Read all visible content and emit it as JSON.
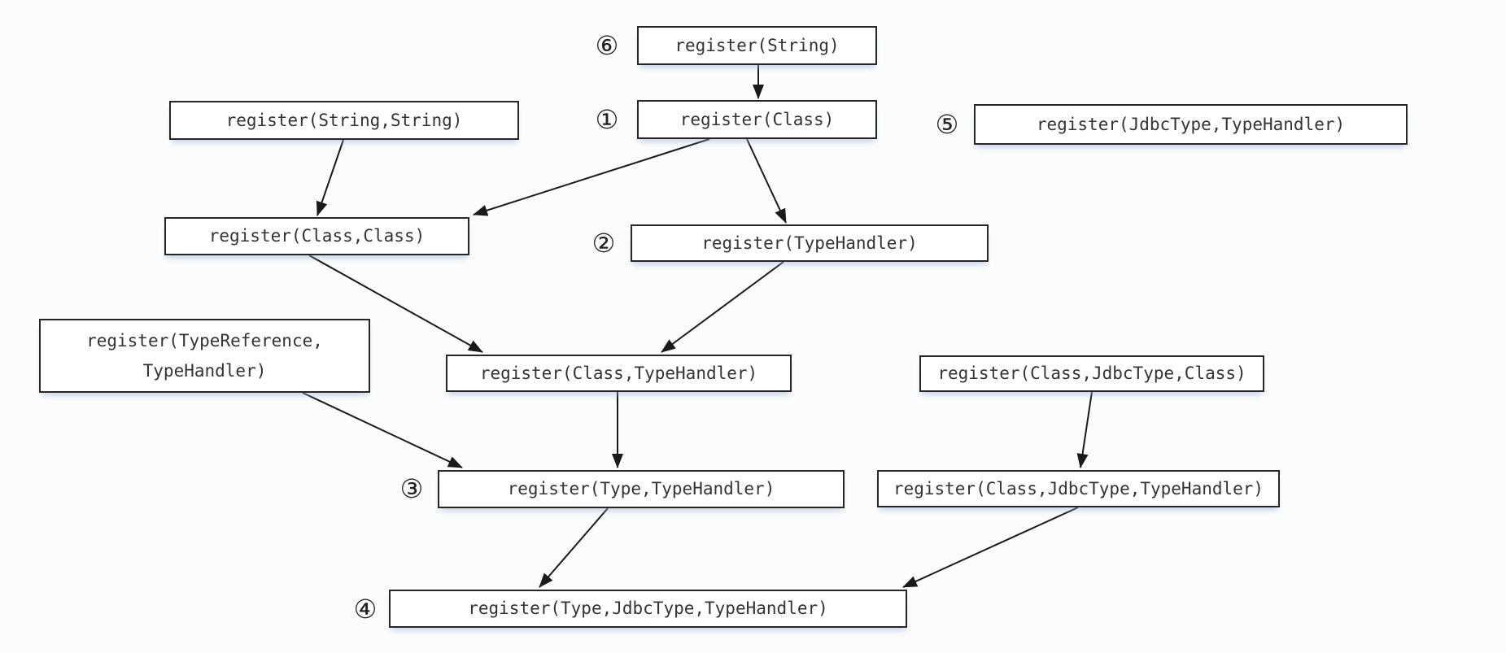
{
  "diagram": {
    "description": "register method overload delegation diagram",
    "colors": {
      "background": "#fcfcfc",
      "box_fill": "#ffffff",
      "box_border": "#262626",
      "text": "#333333",
      "arrow": "#1a1a1a",
      "shadow_tint": "#96afd2"
    },
    "nodes": [
      {
        "id": "register-string",
        "badge": "⑥",
        "lines": [
          "register(String)"
        ]
      },
      {
        "id": "register-string-string",
        "badge": "",
        "lines": [
          "register(String,String)"
        ]
      },
      {
        "id": "register-class",
        "badge": "①",
        "lines": [
          "register(Class)"
        ]
      },
      {
        "id": "register-jdbctype-typehandler",
        "badge": "⑤",
        "lines": [
          "register(JdbcType,TypeHandler)"
        ]
      },
      {
        "id": "register-class-class",
        "badge": "",
        "lines": [
          "register(Class,Class)"
        ]
      },
      {
        "id": "register-typehandler",
        "badge": "②",
        "lines": [
          "register(TypeHandler)"
        ]
      },
      {
        "id": "register-typereference-typehandler",
        "badge": "",
        "lines": [
          "register(TypeReference,",
          "TypeHandler)"
        ]
      },
      {
        "id": "register-class-typehandler",
        "badge": "",
        "lines": [
          "register(Class,TypeHandler)"
        ]
      },
      {
        "id": "register-class-jdbctype-class",
        "badge": "",
        "lines": [
          "register(Class,JdbcType,Class)"
        ]
      },
      {
        "id": "register-type-typehandler",
        "badge": "③",
        "lines": [
          "register(Type,TypeHandler)"
        ]
      },
      {
        "id": "register-class-jdbctype-typehandler",
        "badge": "",
        "lines": [
          "register(Class,JdbcType,TypeHandler)"
        ]
      },
      {
        "id": "register-type-jdbctype-typehandler",
        "badge": "④",
        "lines": [
          "register(Type,JdbcType,TypeHandler)"
        ]
      }
    ],
    "edges": [
      {
        "from": "register-string",
        "to": "register-class"
      },
      {
        "from": "register-string-string",
        "to": "register-class-class"
      },
      {
        "from": "register-class",
        "to": "register-class-class"
      },
      {
        "from": "register-class",
        "to": "register-typehandler"
      },
      {
        "from": "register-class-class",
        "to": "register-class-typehandler"
      },
      {
        "from": "register-typehandler",
        "to": "register-class-typehandler"
      },
      {
        "from": "register-typereference-typehandler",
        "to": "register-type-typehandler"
      },
      {
        "from": "register-class-typehandler",
        "to": "register-type-typehandler"
      },
      {
        "from": "register-class-jdbctype-class",
        "to": "register-class-jdbctype-typehandler"
      },
      {
        "from": "register-type-typehandler",
        "to": "register-type-jdbctype-typehandler"
      },
      {
        "from": "register-class-jdbctype-typehandler",
        "to": "register-type-jdbctype-typehandler"
      }
    ]
  }
}
